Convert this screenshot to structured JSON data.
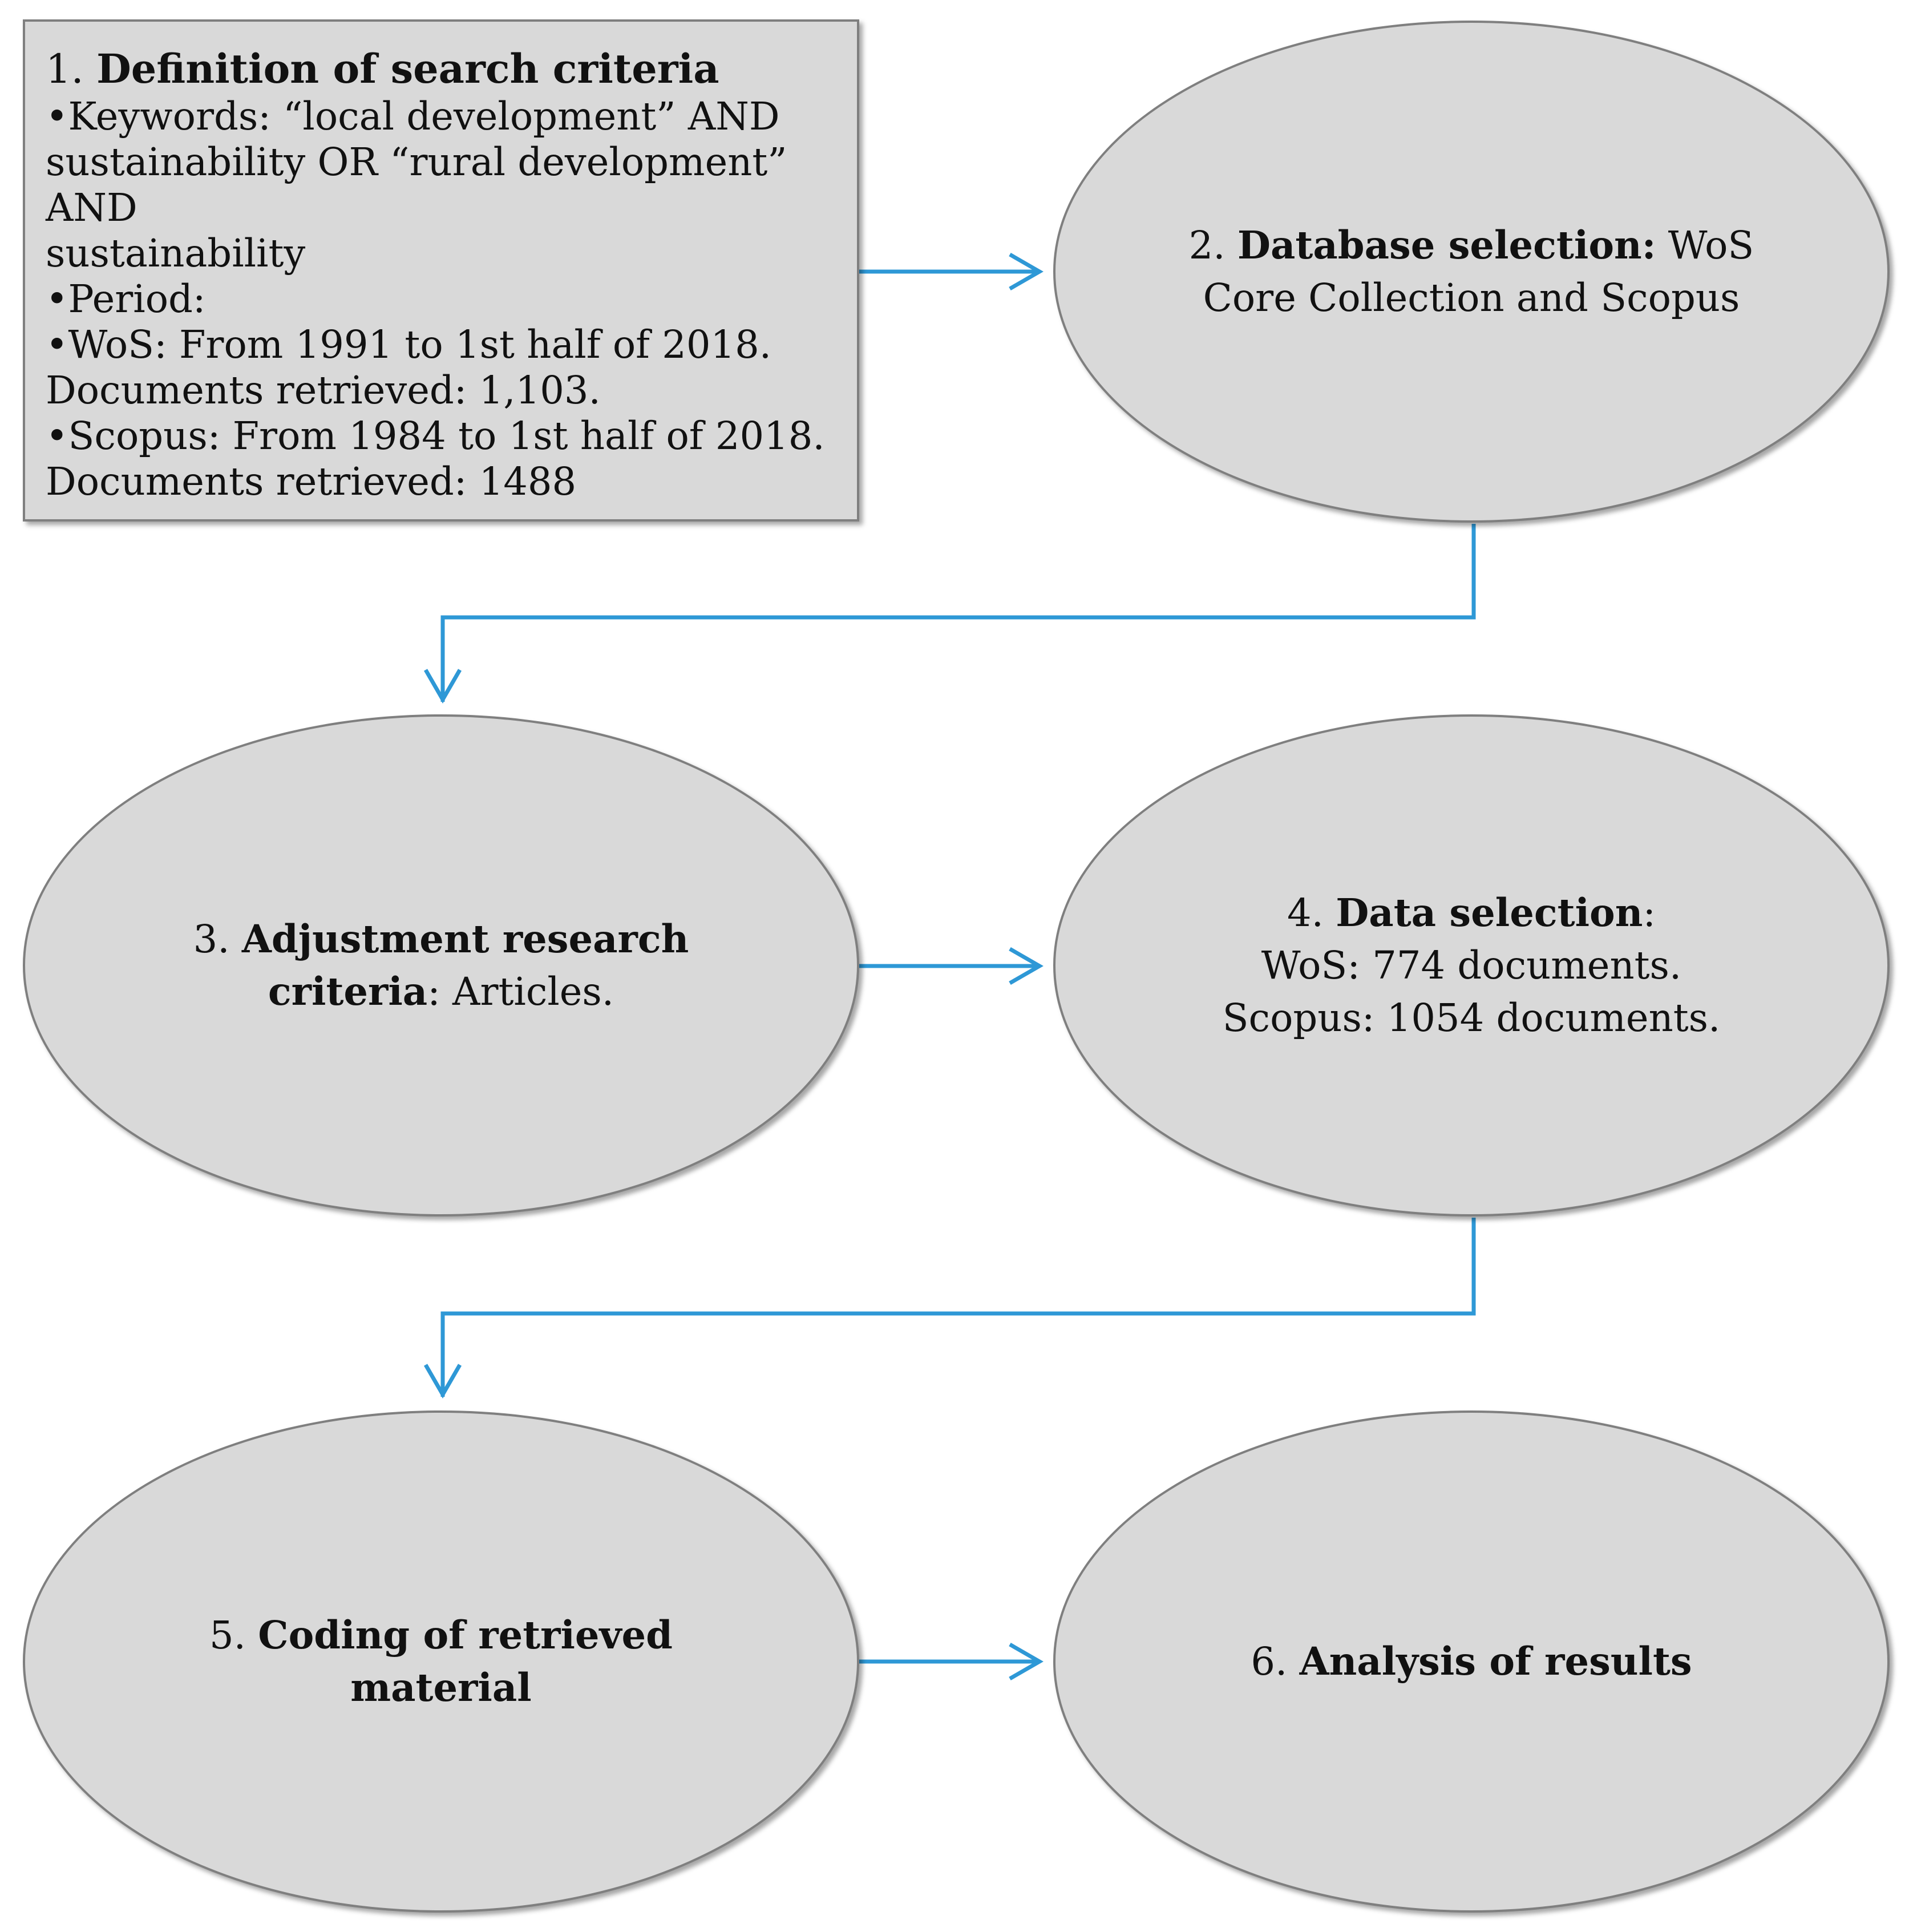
{
  "colors": {
    "connector": "#2e98d6",
    "fill": "#d9d9d9",
    "border": "#7f7f7f"
  },
  "steps": [
    {
      "num": "1.",
      "title": "Definition of search criteria",
      "lines": [
        "•Keywords: “local development” AND",
        "sustainability OR “rural development” AND",
        "sustainability",
        "•Period:",
        "•WoS: From 1991 to 1st half of 2018.",
        "Documents retrieved: 1,103.",
        "•Scopus: From 1984 to 1st half of 2018.",
        "Documents retrieved: 1488"
      ]
    },
    {
      "num": "2.",
      "title": "Database selection:",
      "rest": "WoS Core Collection and Scopus"
    },
    {
      "num": "3.",
      "title": "Adjustment research criteria",
      "rest": ": Articles."
    },
    {
      "num": "4.",
      "title": "Data selection",
      "rest": ":",
      "lines": [
        "WoS: 774 documents.",
        "Scopus: 1054 documents."
      ]
    },
    {
      "num": "5.",
      "title": "Coding of retrieved material"
    },
    {
      "num": "6.",
      "title": "Analysis of results"
    }
  ]
}
